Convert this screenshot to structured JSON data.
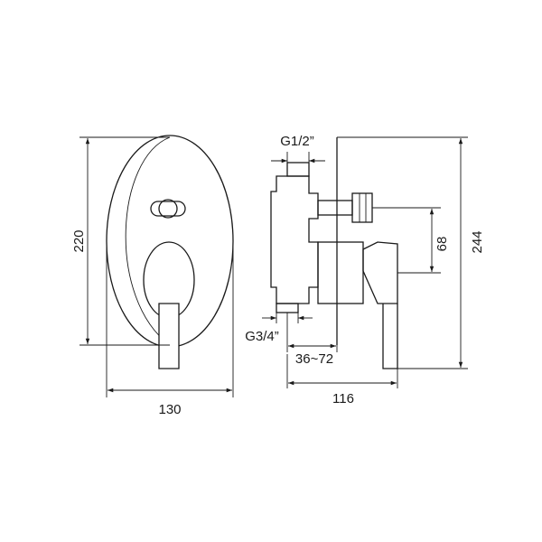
{
  "front_view": {
    "height_label": "220",
    "width_label": "130"
  },
  "side_view": {
    "inlet_thread_label": "G1/2”",
    "outlet_thread_label": "G3/4”",
    "wall_depth_label": "36~72",
    "projection_label": "116",
    "spindle_height_label": "68",
    "total_height_label": "244"
  }
}
